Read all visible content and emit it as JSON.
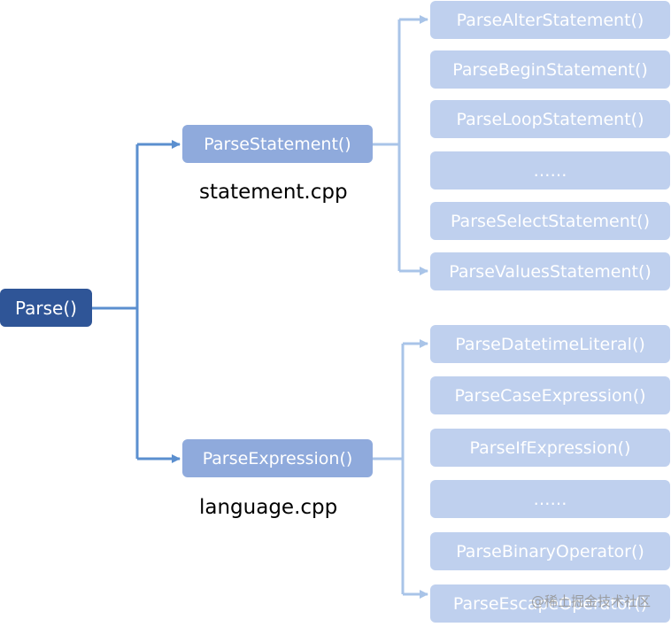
{
  "root": {
    "label": "Parse()"
  },
  "branches": [
    {
      "label": "ParseStatement()",
      "file": "statement.cpp",
      "children": [
        "ParseAlterStatement()",
        "ParseBeginStatement()",
        "ParseLoopStatement()",
        "……",
        "ParseSelectStatement()",
        "ParseValuesStatement()"
      ]
    },
    {
      "label": "ParseExpression()",
      "file": "language.cpp",
      "children": [
        "ParseDatetimeLiteral()",
        "ParseCaseExpression()",
        "ParseIfExpression()",
        "……",
        "ParseBinaryOperator()",
        "ParseEscapeOperator()"
      ]
    }
  ],
  "watermark": "@稀土掘金技术社区",
  "colors": {
    "root_fill": "#2f5597",
    "branch_fill": "#8faadc",
    "leaf_fill": "#bfd0ee",
    "root_connector": "#5b8fcf",
    "leaf_connector": "#a9c4e8"
  }
}
